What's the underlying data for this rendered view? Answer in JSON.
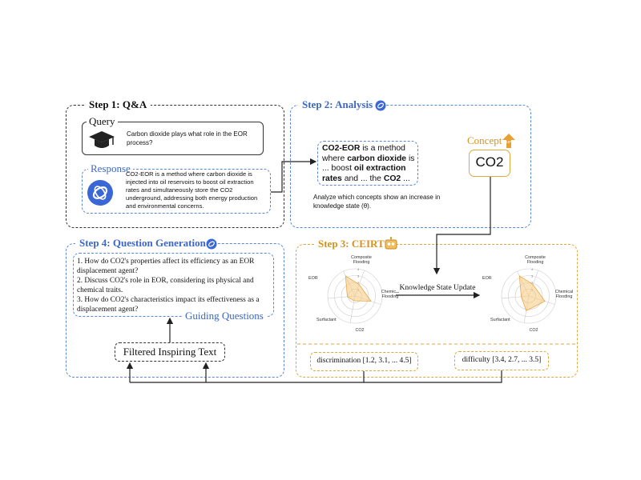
{
  "step1": {
    "title": "Step 1: Q&A",
    "query_label": "Query",
    "query_text": "Carbon dioxide plays what role in the EOR process?",
    "response_label": "Response",
    "response_text": "CO2-EOR is a method where carbon dioxide is injected into oil reservoirs to boost oil extraction rates and simultaneously store the CO2 underground, addressing both energy production and environmental concerns."
  },
  "step2": {
    "title": "Step 2: Analysis",
    "analysis_box": {
      "p1": "CO2-EOR",
      "p2": " is a method where ",
      "p3": "carbon dioxide",
      "p4": " is ... boost ",
      "p5": "oil extraction rates",
      "p6": " and ... the ",
      "p7": "CO2",
      "p8": " ..."
    },
    "analyze_text": "Analyze which concepts show an increase in knowledge state (θ).",
    "concept_label": "Concept",
    "concept_value": "CO2",
    "up_badge": "UP"
  },
  "step3": {
    "title": "Step 3: CEIRT",
    "update_label": "Knowledge State Update",
    "radar_axes": [
      "Composite Flooding",
      "Chemical Flooding",
      "CO2",
      "Surfactant",
      "EOR"
    ],
    "radar_ticks": [
      "1",
      "2",
      "3",
      "4"
    ],
    "discrimination_text": "discrimination [1.2, 3.1, ... 4.5]",
    "difficulty_text": "difficulty [3.4, 2.7, ... 3.5]",
    "colors": {
      "fill": "#f7c97e",
      "stroke": "#e8a84a"
    }
  },
  "step4": {
    "title": "Step 4: Question Generation",
    "questions": [
      "1. How do CO2's properties affect its efficiency as an EOR displacement agent?",
      "2. Discuss CO2's role in EOR, considering its physical and chemical traits.",
      "3. How do CO2's characteristics impact its effectiveness as a displacement agent?"
    ],
    "guiding_label": "Guiding Questions",
    "filtered_label": "Filtered Inspiring Text"
  },
  "colors": {
    "blue": "#5b86d8",
    "orange": "#e0a640",
    "black": "#333333"
  }
}
